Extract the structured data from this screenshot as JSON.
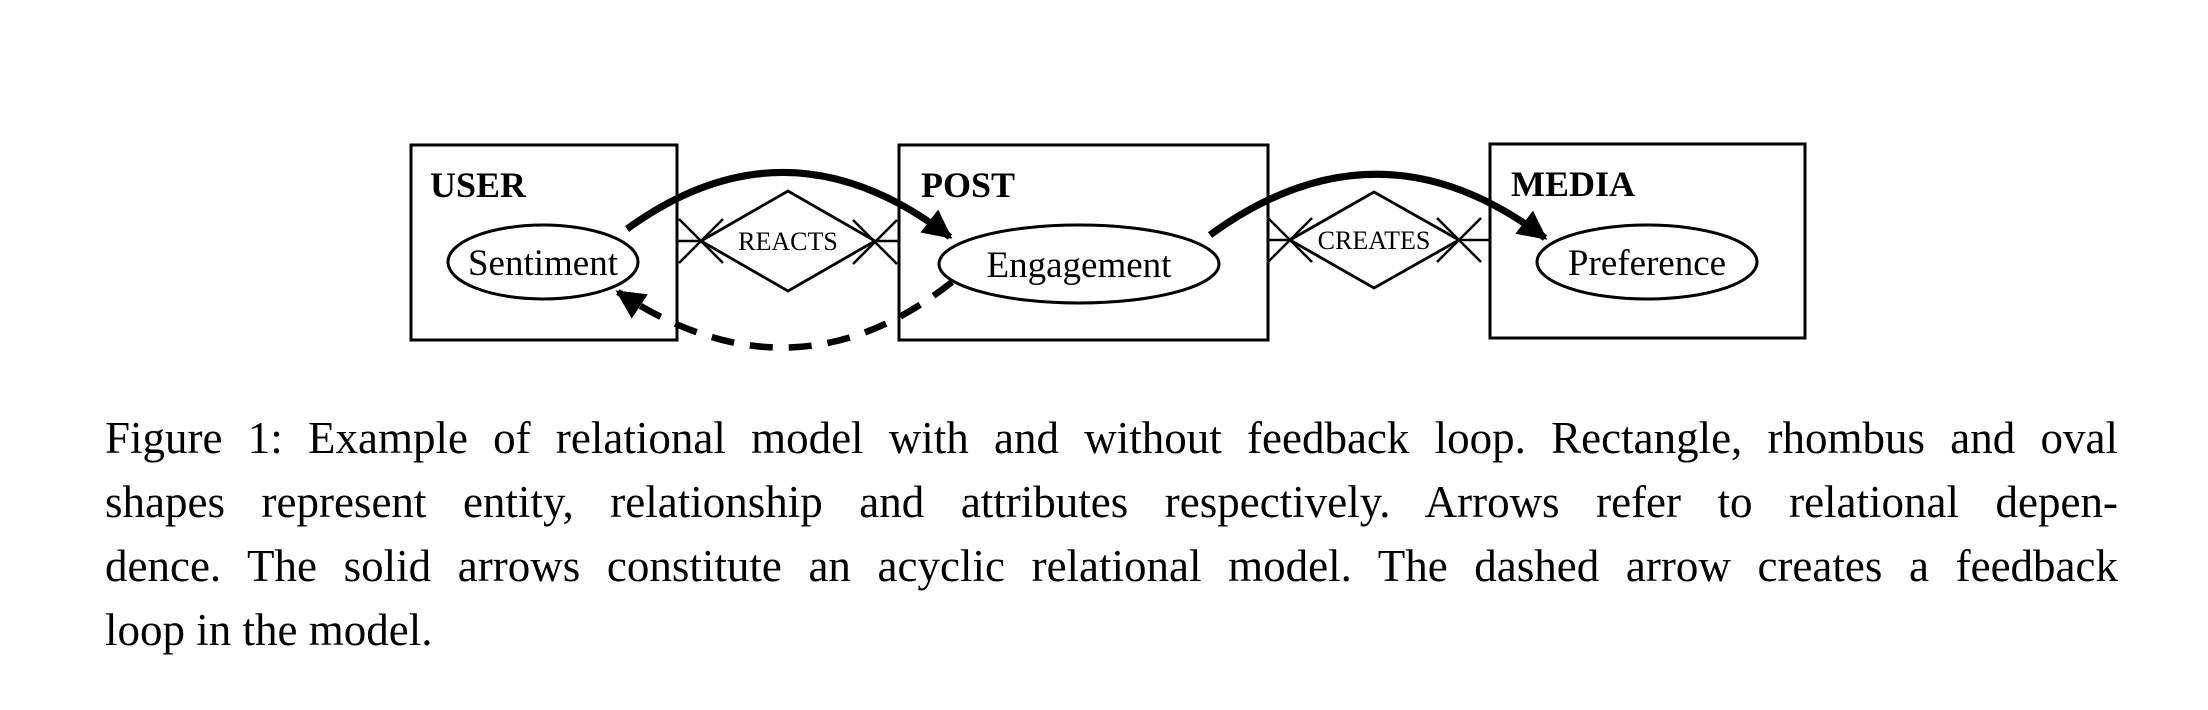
{
  "colors": {
    "ink": "#000000",
    "background": "#ffffff"
  },
  "diagram": {
    "entities": [
      {
        "name": "USER",
        "attribute": "Sentiment"
      },
      {
        "name": "POST",
        "attribute": "Engagement"
      },
      {
        "name": "MEDIA",
        "attribute": "Preference"
      }
    ],
    "relationships": [
      {
        "name": "REACTS",
        "between": [
          "USER",
          "POST"
        ]
      },
      {
        "name": "CREATES",
        "between": [
          "POST",
          "MEDIA"
        ]
      }
    ],
    "arrows": [
      {
        "from": "Sentiment",
        "to": "Engagement",
        "style": "solid"
      },
      {
        "from": "Engagement",
        "to": "Preference",
        "style": "solid"
      },
      {
        "from": "Engagement",
        "to": "Sentiment",
        "style": "dashed"
      }
    ]
  },
  "caption": {
    "lines": [
      "Figure 1: Example of relational model with and without feedback loop. Rectangle, rhombus and oval",
      "shapes represent entity, relationship and attributes respectively. Arrows refer to relational depen-",
      "dence. The solid arrows constitute an acyclic relational model. The dashed arrow creates a feedback",
      "loop in the model."
    ]
  }
}
